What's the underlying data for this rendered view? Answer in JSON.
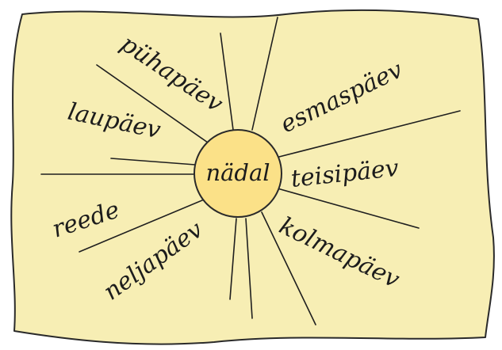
{
  "diagram": {
    "center_label": "nädal",
    "days": {
      "sunday": "pühapäev",
      "monday": "esmaspäev",
      "tuesday": "teisipäev",
      "wednesday": "kolmapäev",
      "thursday": "neljapäev",
      "friday": "reede",
      "saturday": "laupäev"
    }
  },
  "colors": {
    "card_fill": "#f7eeb4",
    "card_stroke": "#2a2a2a",
    "sun_fill": "#fbe188",
    "line_stroke": "#1f1f1f",
    "text": "#1c1c1c"
  }
}
